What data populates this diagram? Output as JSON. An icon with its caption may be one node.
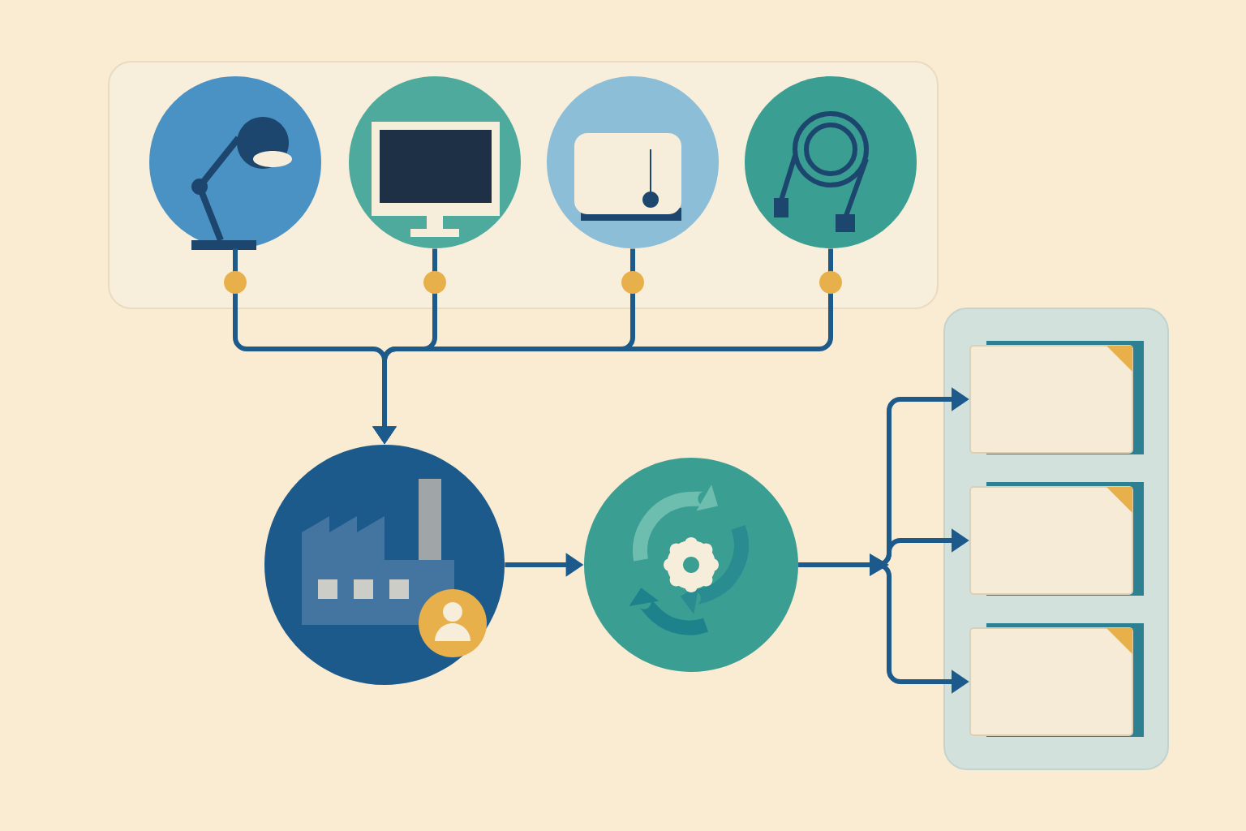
{
  "diagram": {
    "nodes": [
      {
        "text": [],
        "shape": "box"
      },
      {
        "text": [],
        "shape": "circle",
        "in": 0
      },
      {
        "text": [],
        "shape": "circle",
        "in": 0
      },
      {
        "text": [],
        "shape": "circle",
        "in": 0
      },
      {
        "text": [],
        "shape": "circle",
        "in": 0
      },
      {
        "text": [],
        "shape": "circle"
      },
      {
        "text": [],
        "shape": "circle"
      },
      {
        "text": [],
        "shape": "box"
      },
      {
        "text": [],
        "shape": "box",
        "in": 7
      },
      {
        "text": [],
        "shape": "box",
        "in": 7
      },
      {
        "text": [],
        "shape": "box",
        "in": 7
      }
    ],
    "edges": [
      {
        "from": 1,
        "to": 5,
        "arrow": "to"
      },
      {
        "from": 2,
        "to": 5,
        "arrow": "to"
      },
      {
        "from": 3,
        "to": 5,
        "arrow": "to"
      },
      {
        "from": 4,
        "to": 5,
        "arrow": "to"
      },
      {
        "from": 5,
        "to": 6,
        "arrow": "to"
      },
      {
        "from": 6,
        "to": 8,
        "arrow": "to"
      },
      {
        "from": 6,
        "to": 9,
        "arrow": "to"
      },
      {
        "from": 6,
        "to": 10,
        "arrow": "to"
      }
    ]
  }
}
